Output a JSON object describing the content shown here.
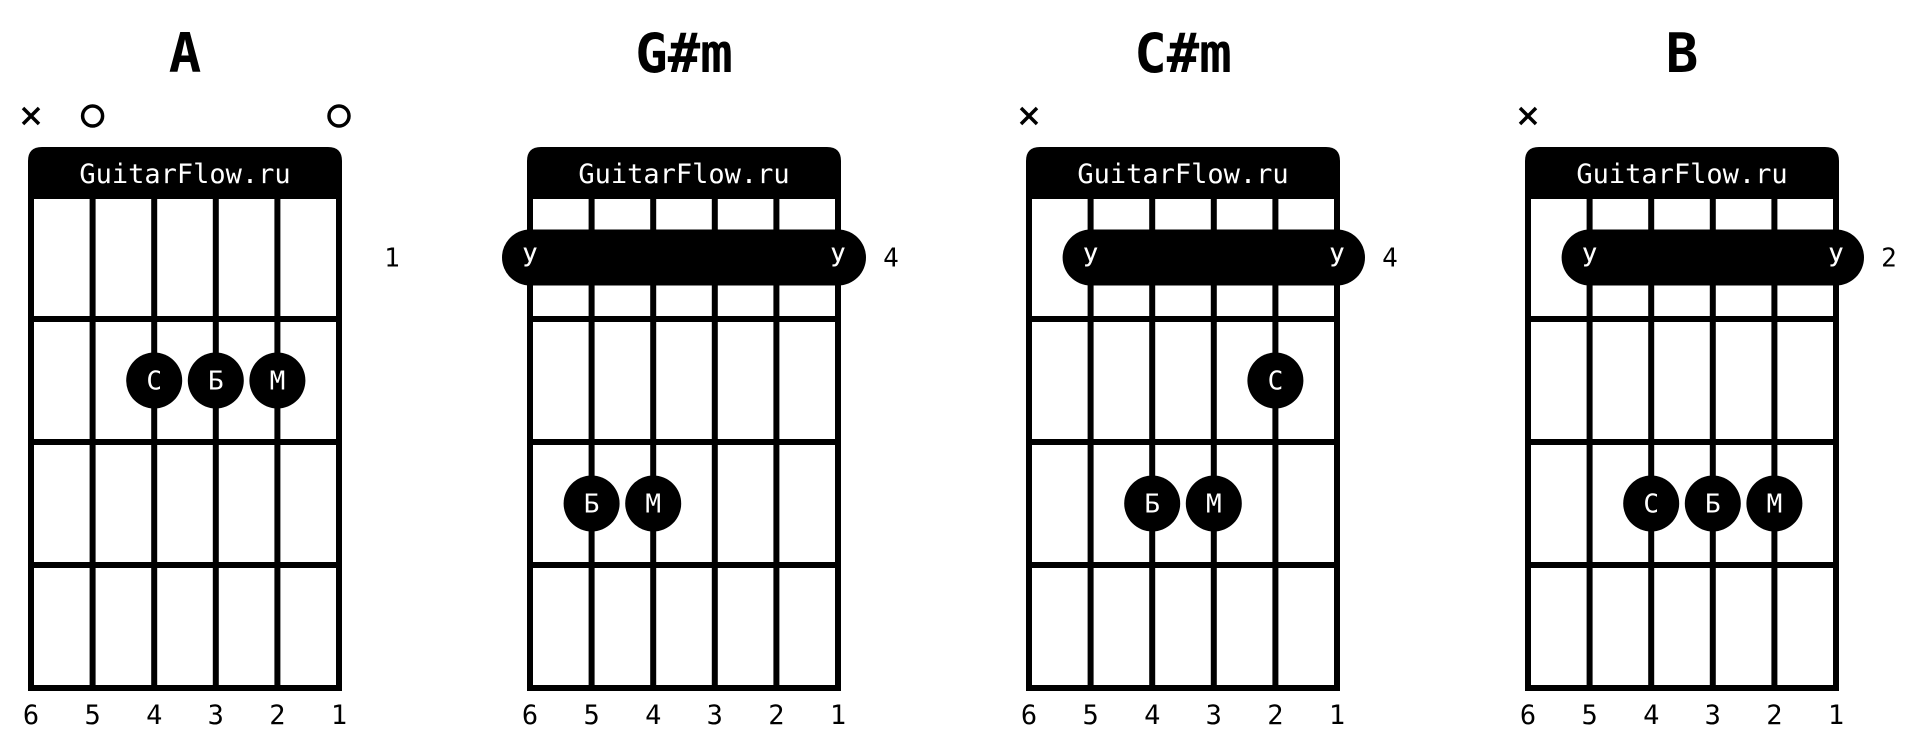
{
  "watermark": "GuitarFlow.ru",
  "string_numbers": [
    "6",
    "5",
    "4",
    "3",
    "2",
    "1"
  ],
  "colors": {
    "ink": "#000000",
    "paper": "#ffffff"
  },
  "chords": [
    {
      "name": "A",
      "position": "1",
      "markers": {
        "6": "x",
        "5": "o",
        "1": "o"
      },
      "barre": null,
      "dots": [
        {
          "string": 4,
          "fret": 2,
          "finger": "С"
        },
        {
          "string": 3,
          "fret": 2,
          "finger": "Б"
        },
        {
          "string": 2,
          "fret": 2,
          "finger": "М"
        }
      ]
    },
    {
      "name": "G#m",
      "position": "4",
      "markers": {},
      "barre": {
        "fret": 1,
        "from": 6,
        "to": 1,
        "finger": "У"
      },
      "dots": [
        {
          "string": 5,
          "fret": 3,
          "finger": "Б"
        },
        {
          "string": 4,
          "fret": 3,
          "finger": "М"
        }
      ]
    },
    {
      "name": "C#m",
      "position": "4",
      "markers": {
        "6": "x"
      },
      "barre": {
        "fret": 1,
        "from": 5,
        "to": 1,
        "finger": "У"
      },
      "dots": [
        {
          "string": 2,
          "fret": 2,
          "finger": "С"
        },
        {
          "string": 4,
          "fret": 3,
          "finger": "Б"
        },
        {
          "string": 3,
          "fret": 3,
          "finger": "М"
        }
      ]
    },
    {
      "name": "B",
      "position": "2",
      "markers": {
        "6": "x"
      },
      "barre": {
        "fret": 1,
        "from": 5,
        "to": 1,
        "finger": "У"
      },
      "dots": [
        {
          "string": 4,
          "fret": 3,
          "finger": "С"
        },
        {
          "string": 3,
          "fret": 3,
          "finger": "Б"
        },
        {
          "string": 2,
          "fret": 3,
          "finger": "М"
        }
      ]
    }
  ]
}
